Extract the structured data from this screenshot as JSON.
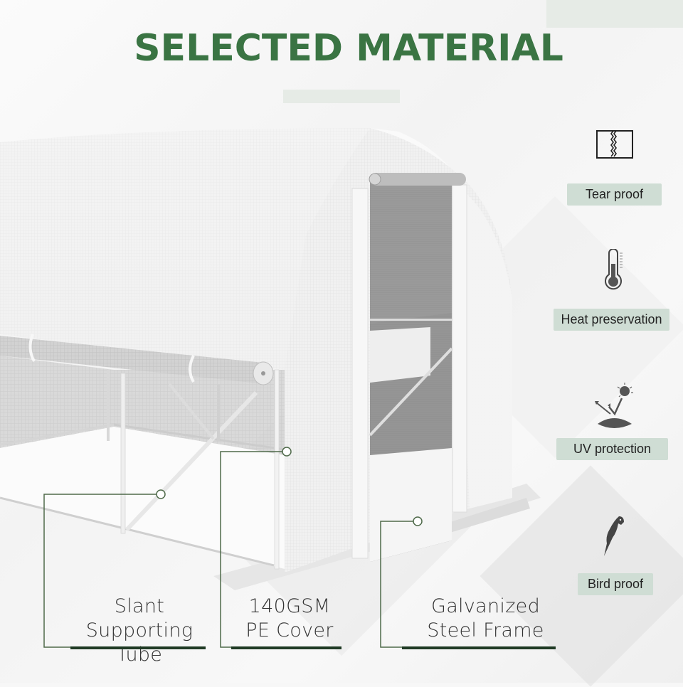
{
  "header": {
    "title": "SELECTED MATERIAL"
  },
  "features": [
    {
      "label": "Tear proof",
      "icon": "tear-proof-icon"
    },
    {
      "label": "Heat preservation",
      "icon": "thermometer-icon"
    },
    {
      "label": "UV protection",
      "icon": "uv-sun-icon"
    },
    {
      "label": "Bird proof",
      "icon": "bird-icon"
    }
  ],
  "callouts": [
    {
      "line1": "Slant Supporting",
      "line2": "Tube"
    },
    {
      "line1": "140GSM",
      "line2": "PE Cover"
    },
    {
      "line1": "Galvanized",
      "line2": "Steel Frame"
    }
  ],
  "colors": {
    "title_green": "#3a7443",
    "label_bg": "#cfddd4",
    "accent_bar": "#e6ebe6",
    "callout_line": "#4f6a4a",
    "underline": "#1f3a24"
  }
}
